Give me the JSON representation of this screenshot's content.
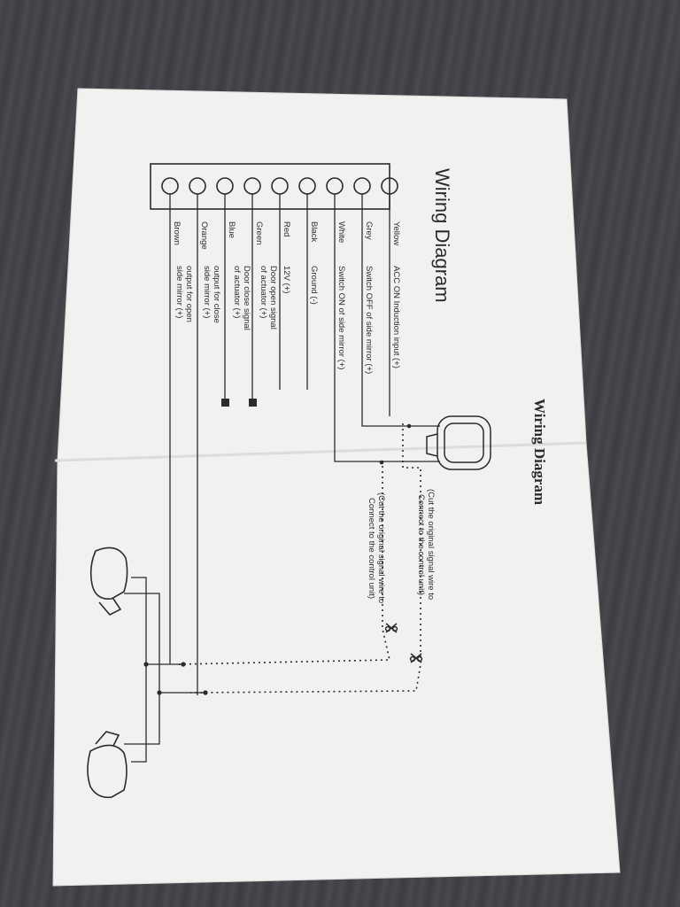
{
  "page": {
    "title_left": "Wiring Diagram",
    "title_right": "Wiring Diagram"
  },
  "wires": [
    {
      "color": "Yellow",
      "function": "ACC ON Induction input (+)"
    },
    {
      "color": "Grey",
      "function": "Switch OFF of side mirror (+)"
    },
    {
      "color": "White",
      "function": "Switch ON of side mirror (+)"
    },
    {
      "color": "Black",
      "function": "Ground (-)"
    },
    {
      "color": "Red",
      "function": "12V (+)"
    },
    {
      "color": "Green",
      "function_line1": "Door open signal",
      "function_line2": "of actuator (+)"
    },
    {
      "color": "Blue",
      "function_line1": "Door close signal",
      "function_line2": "of actuator (+)"
    },
    {
      "color": "Orange",
      "function_line1": "output for close",
      "function_line2": "side mirror (+)"
    },
    {
      "color": "Brown",
      "function_line1": "output for open",
      "function_line2": "side mirror (+)"
    }
  ],
  "notes": {
    "note1_line1": "(Cut the original signal wire to",
    "note1_line2": "Connect to the control unit)",
    "note2_line1": "(Cut the original signal wire to",
    "note2_line2": "Connect to the control unit)"
  },
  "icons": {
    "cut": "scissors-icon",
    "switch": "rocker-switch-icon",
    "mirror": "side-mirror-icon"
  },
  "colors": {
    "paper": "#f1f2f0",
    "ink": "#2b2b2b",
    "table": "#4a4c50"
  }
}
